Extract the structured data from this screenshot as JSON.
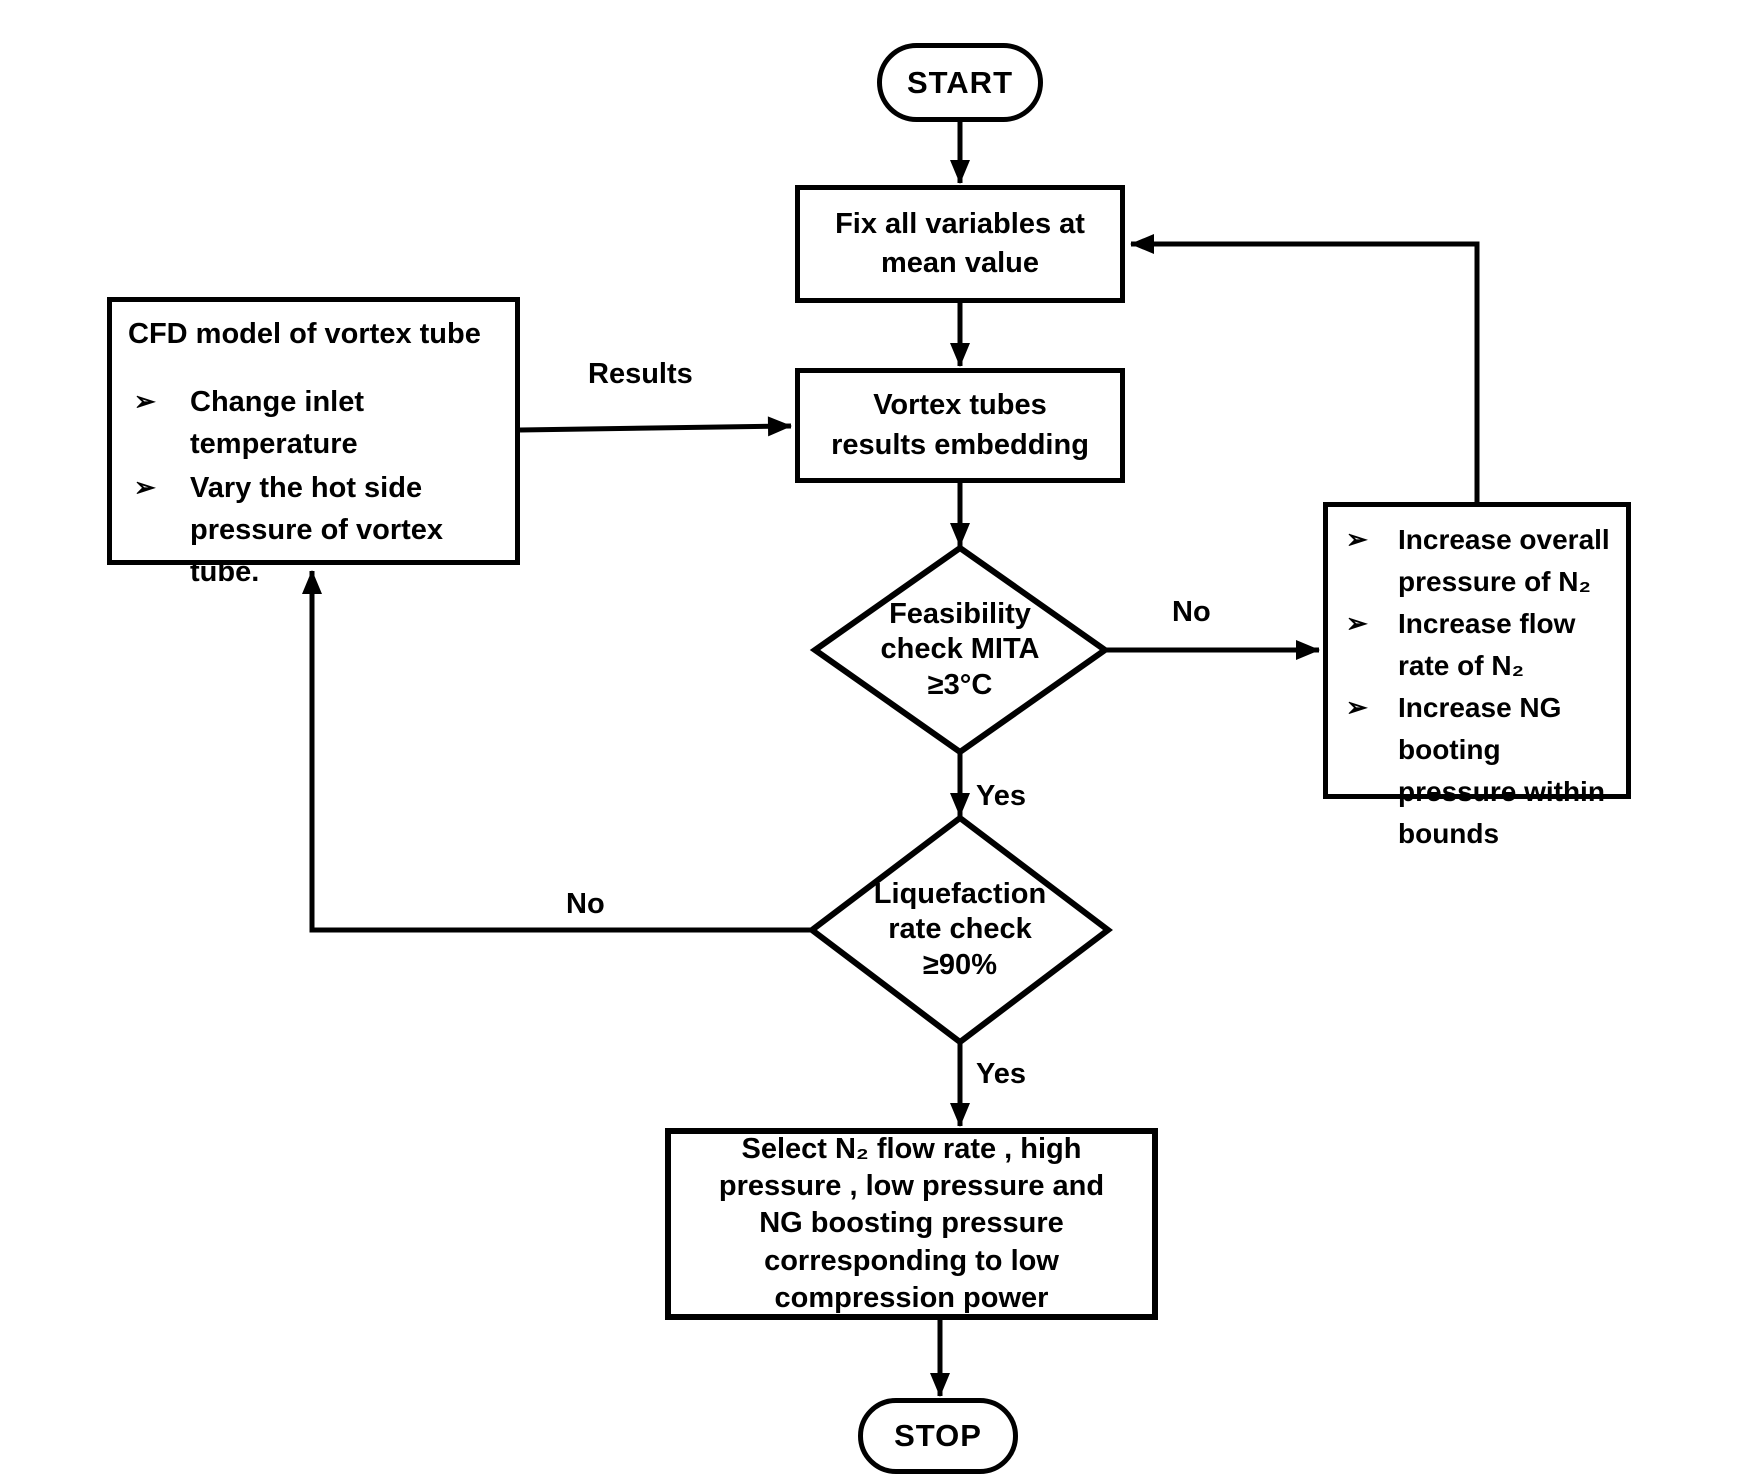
{
  "nodes": {
    "start": {
      "label": "START"
    },
    "fix": {
      "label": "Fix all variables at\nmean value"
    },
    "vortex": {
      "label": "Vortex tubes\nresults embedding"
    },
    "feasibility": {
      "label": "Feasibility\ncheck MITA\n≥3°C"
    },
    "liquefaction": {
      "label": "Liquefaction\nrate check\n≥90%"
    },
    "select": {
      "label": "Select N₂ flow rate , high\npressure , low pressure and\nNG boosting pressure\ncorresponding to low\ncompression power"
    },
    "stop": {
      "label": "STOP"
    },
    "cfd": {
      "title": "CFD model of vortex tube",
      "items": [
        "Change inlet\ntemperature",
        "Vary the hot side\npressure of vortex\ntube."
      ]
    },
    "actions": {
      "items": [
        "Increase overall\npressure of N₂",
        "Increase flow\nrate of N₂",
        "Increase NG\nbooting\npressure within\nbounds"
      ]
    }
  },
  "edges": {
    "results_label": "Results",
    "feasibility_no_label": "No",
    "feasibility_yes_label": "Yes",
    "liquefaction_no_label": "No",
    "liquefaction_yes_label": "Yes"
  },
  "icons": {
    "bullet": "➢"
  },
  "colors": {
    "line": "#000000",
    "background": "#ffffff"
  }
}
